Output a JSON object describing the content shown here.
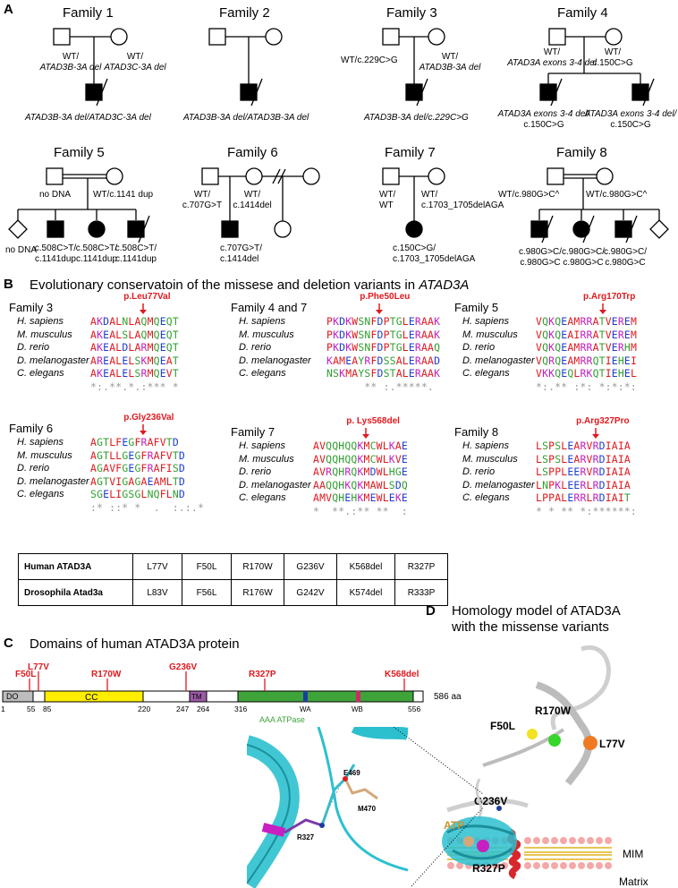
{
  "panels": {
    "a": "A",
    "b": "B",
    "c": "C",
    "d": "D"
  },
  "families": [
    {
      "title": "Family 1",
      "parent1": [
        "WT/",
        "ATAD3B-3A del"
      ],
      "parent2": [
        "WT/",
        "ATAD3C-3A del"
      ],
      "child": "ATAD3B-3A del/ATAD3C-3A del"
    },
    {
      "title": "Family 2",
      "child": "ATAD3B-3A del/ATAD3B-3A del"
    },
    {
      "title": "Family 3",
      "parent1": [
        "WT/c.229C>G"
      ],
      "parent2": [
        "WT/",
        "ATAD3B-3A del"
      ],
      "child": "ATAD3B-3A del/c.229C>G"
    },
    {
      "title": "Family 4",
      "parent1": [
        "WT/",
        "ATAD3A exons 3-4 del"
      ],
      "parent2": [
        "WT/",
        "c.150C>G"
      ],
      "child1": [
        "ATAD3A exons 3-4 del/",
        "c.150C>G"
      ],
      "child2": [
        "ATAD3A exons 3-4 del/",
        "c.150C>G"
      ]
    },
    {
      "title": "Family 5",
      "parent1": [
        "no DNA"
      ],
      "parent2": [
        "WT/c.1141 dup"
      ],
      "sib": "no DNA",
      "children": [
        [
          "c.508C>T/",
          "c.1141dup"
        ],
        [
          "c.508C>T/",
          "c.1141dup"
        ],
        [
          "c.508C>T/",
          "c.1141dup"
        ]
      ]
    },
    {
      "title": "Family 6",
      "parent1": [
        "WT/",
        "c.707G>T"
      ],
      "parent2": [
        "WT/",
        "c.1414del"
      ],
      "child": [
        "c.707G>T/",
        "c.1414del"
      ]
    },
    {
      "title": "Family 7",
      "parent1": [
        "WT/",
        "WT"
      ],
      "parent2": [
        "WT/",
        "c.1703_1705delAGA"
      ],
      "child": [
        "c.150C>G/",
        "c.1703_1705delAGA"
      ]
    },
    {
      "title": "Family 8",
      "parent1": [
        "WT/c.980G>C^"
      ],
      "parent2": [
        "WT/c.980G>C^"
      ],
      "children": [
        [
          "c.980G>C/",
          "c.980G>C"
        ],
        [
          "c.980G>C/",
          "c.980G>C"
        ],
        [
          "c.980G>C/",
          "c.980G>C"
        ]
      ]
    }
  ],
  "conservation": {
    "title_prefix": "Evolutionary conservatoin of the missese and deletion variants in ",
    "title_gene": "ATAD3A",
    "species": [
      "H. sapiens",
      "M. musculus",
      "D. rerio",
      "D. melanogaster",
      "C. elegans"
    ],
    "blocks": [
      {
        "family": "Family 3",
        "mutation": "p.Leu77Val",
        "seqs": [
          "AKDALNLAQMQEQT",
          "AKEALSLAQMQEQT",
          "AKEALDLARMQEQT",
          "AREALELSKMQEAT",
          "AKEALELSRMQEVT"
        ],
        "cons": "*:.**.*.:*** *"
      },
      {
        "family": "Family 4 and 7",
        "mutation": "p.Phe50Leu",
        "seqs": [
          "PKDKWSNFDPTGLERAAK",
          "PKDKWSNFDPTGLERAAK",
          "PKDKWSNFDPTGLERAAQ",
          "KAMEAYRFDSSALERAAD",
          "NSKMAYSFDSTALERAAK"
        ],
        "cons": "      ** :.*****. "
      },
      {
        "family": "Family 5",
        "mutation": "p.Arg170Trp",
        "seqs": [
          "VQKQEAMRRATVEREM",
          "VQKQEAIRRATVEREM",
          "VQKQEAMRRATVERHM",
          "VQRQEAMRRQTIEHEI",
          "VKKQEQLRKQTIEHEL"
        ],
        "cons": "*:.** :*: *:*:*:"
      },
      {
        "family": "Family 6",
        "mutation": "p.Gly236Val",
        "seqs": [
          "AGTLFEGFRAFVTD",
          "AGTLLGEGFRAFVTD",
          "AGAVFGEGFRAFISD",
          "AGTVIGAGAEAMLTD",
          "SGELIGSGLNQFLND"
        ],
        "cons": ":* ::* *  .  :.:.*"
      },
      {
        "family": "Family 7",
        "mutation": "p. Lys568del",
        "seqs": [
          "AVQQHQQKMCWLKAE",
          "AVQQHQQKMCWLKVE",
          "AVRQHRQKMDWLHGE",
          "AAQQHKQKMAWLSDQ",
          "AMVQHEHKMEWLEKE"
        ],
        "cons": "*  **.:** **  :"
      },
      {
        "family": "Family 8",
        "mutation": "p.Arg327Pro",
        "seqs": [
          "LSPSLEARVRDIAIA",
          "LSPSLEARVRDIAIA",
          "LSPPLEERVRDIAIA",
          "LNPKLEERLRDIAIA",
          "LPPALERRLRDIAIT"
        ],
        "cons": "* * ** *:******:"
      }
    ],
    "table": {
      "rows": [
        {
          "label": "Human ATAD3A",
          "cells": [
            "L77V",
            "F50L",
            "R170W",
            "G236V",
            "K568del",
            "R327P"
          ]
        },
        {
          "label": "Drosophila Atad3a",
          "cells": [
            "L83V",
            "F56L",
            "R176W",
            "G242V",
            "K574del",
            "R333P"
          ]
        }
      ]
    }
  },
  "domains": {
    "title": "Domains of human ATAD3A protein",
    "length_label": "586 aa",
    "aaa_label": "AAA ATPase",
    "labels": {
      "do": "DO",
      "cc": "CC",
      "tm": "TM",
      "wa": "WA",
      "wb": "WB"
    },
    "ticks": [
      "1",
      "55",
      "85",
      "220",
      "247",
      "264",
      "316",
      "556"
    ],
    "mutations": [
      "F50L",
      "L77V",
      "R170W",
      "G236V",
      "R327P",
      "K568del"
    ],
    "residues": [
      "E469",
      "M470",
      "R327"
    ]
  },
  "model": {
    "title_line1": "Homology model of ATAD3A",
    "title_line2": "with the missense variants",
    "labels": {
      "r170w": "R170W",
      "f50l": "F50L",
      "l77v": "L77V",
      "g236v": "G236V",
      "mim": "MIM",
      "matrix": "Matrix",
      "atp": "ATP",
      "r327p": "R327P"
    },
    "colors": {
      "helix": "#cfcfcf",
      "tm_helix": "#d8262c",
      "lipid_head": "#f4a9a9",
      "lipid_tail": "#e1b21c",
      "aaa": "#2cc0cf",
      "r170w": "#36d62a",
      "f50l": "#f2e21f",
      "l77v": "#f07a22",
      "g236v": "#1d3d9e",
      "r327p": "#c81fc2",
      "atp": "#d5a77b"
    }
  },
  "colors": {
    "mutation_red": "#e0191e",
    "do_grey": "#bdbdbd",
    "cc_yellow": "#ffee00",
    "tm_purple": "#9c5aa6",
    "aaa_green": "#3ea43a",
    "wa_blue": "#1d3d9e",
    "wb_pink": "#cc2b64"
  }
}
